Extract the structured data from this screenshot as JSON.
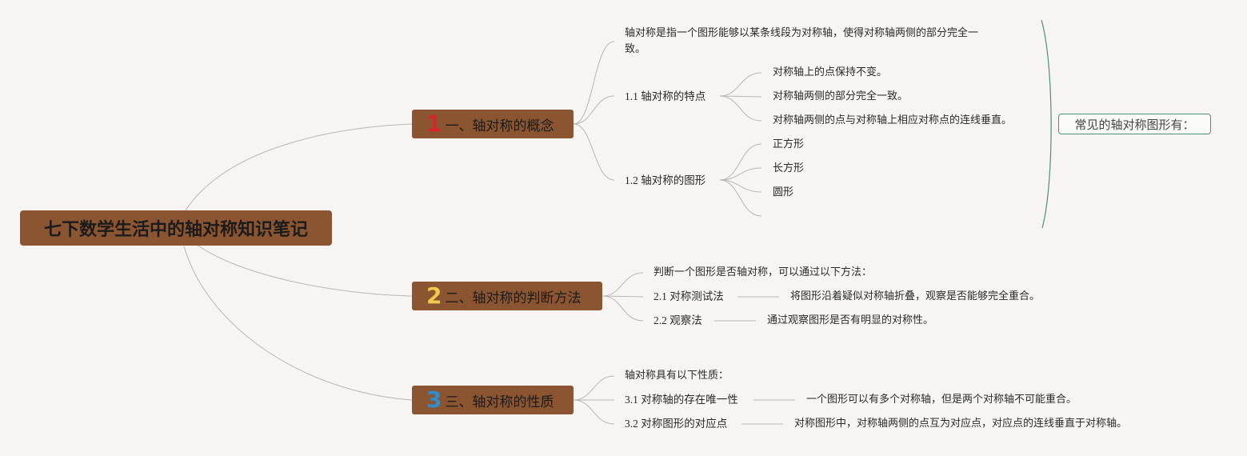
{
  "title": "七下数学生活中的轴对称知识笔记",
  "colors": {
    "node_fill": "#8a5530",
    "badge_1": "#d6262c",
    "badge_2": "#f2c94c",
    "badge_3": "#2d8fd2",
    "connector": "#b9b6b1",
    "callout_border": "#4f8f7a"
  },
  "branches": [
    {
      "number": "1",
      "label": "一、轴对称的概念",
      "intro": "轴对称是指一个图形能够以某条线段为对称轴，使得对称轴两侧的部分完全一致。",
      "intro_lines": [
        "轴对称是指一个图形能够以某条线段为对称轴，使得对称轴两侧的部分完全一",
        "致。"
      ],
      "subs": [
        {
          "label": "1.1 轴对称的特点",
          "items": [
            "对称轴上的点保持不变。",
            "对称轴两侧的部分完全一致。",
            "对称轴两侧的点与对称轴上相应对称点的连线垂直。"
          ]
        },
        {
          "label": "1.2 轴对称的图形",
          "items": [
            "正方形",
            "长方形",
            "圆形",
            ""
          ]
        }
      ],
      "callout": "常见的轴对称图形有："
    },
    {
      "number": "2",
      "label": "二、轴对称的判断方法",
      "intro": "判断一个图形是否轴对称，可以通过以下方法：",
      "subs": [
        {
          "label": "2.1 对称测试法",
          "detail": "将图形沿着疑似对称轴折叠，观察是否能够完全重合。"
        },
        {
          "label": "2.2 观察法",
          "detail": "通过观察图形是否有明显的对称性。"
        }
      ]
    },
    {
      "number": "3",
      "label": "三、轴对称的性质",
      "intro": "轴对称具有以下性质：",
      "subs": [
        {
          "label": "3.1 对称轴的存在唯一性",
          "detail": "一个图形可以有多个对称轴，但是两个对称轴不可能重合。"
        },
        {
          "label": "3.2 对称图形的对应点",
          "detail": "对称图形中，对称轴两侧的点互为对应点，对应点的连线垂直于对称轴。"
        }
      ]
    }
  ]
}
